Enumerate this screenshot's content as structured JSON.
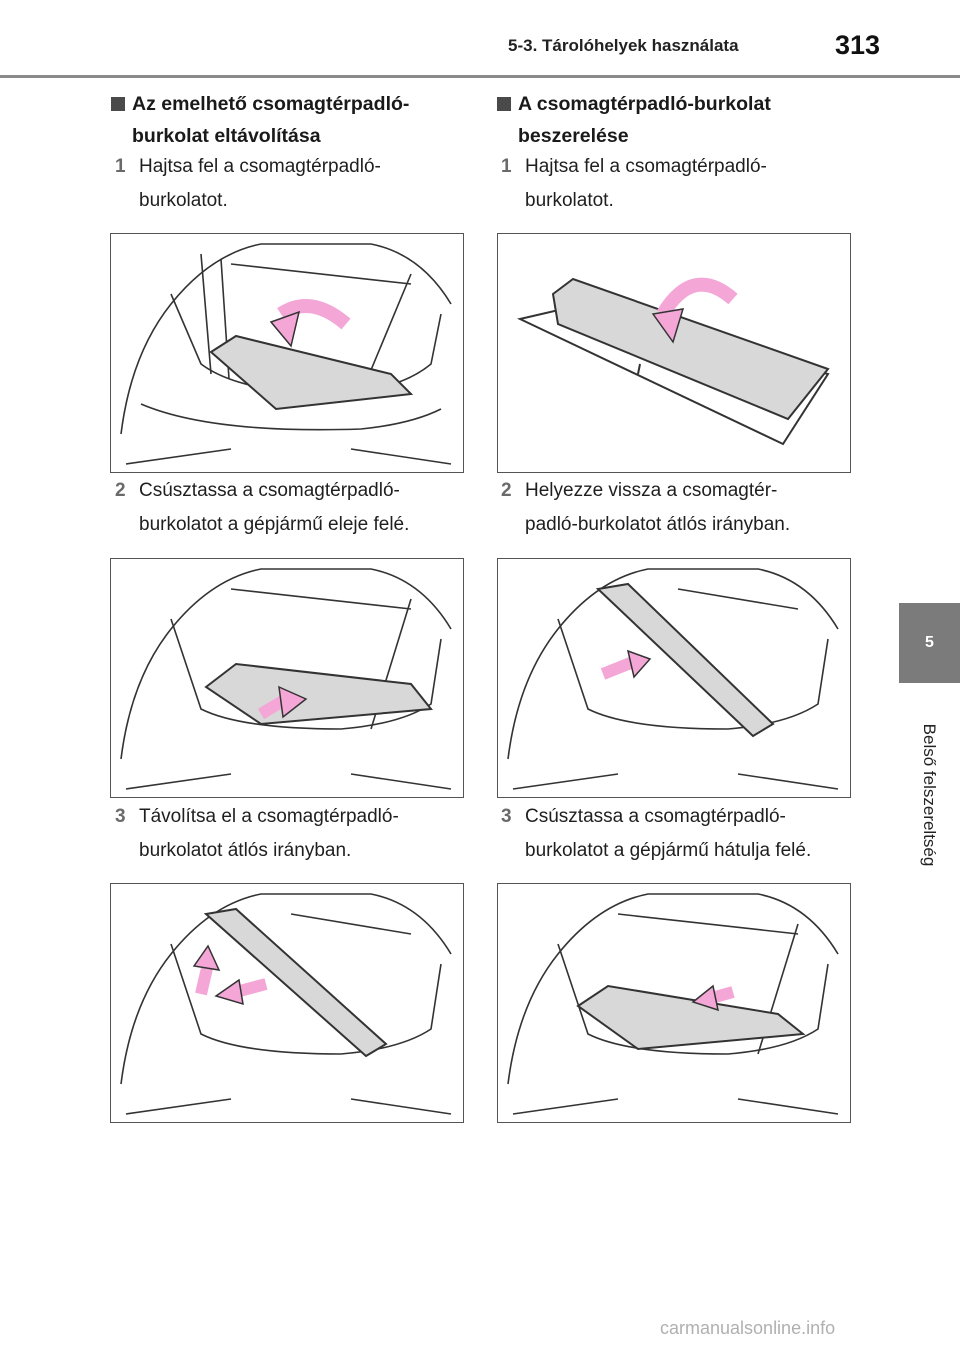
{
  "header": {
    "section_title": "5-3. Tárolóhelyek használata",
    "page_number": "313"
  },
  "side_tab": {
    "chapter_number": "5",
    "chapter_label": "Belső felszereltség"
  },
  "left_column": {
    "heading": {
      "line1": "Az emelhető csomagtérpadló-",
      "line2": "burkolat eltávolítása"
    },
    "steps": [
      {
        "number": "1",
        "lines": [
          "Hajtsa fel a csomagtérpadló-",
          "burkolatot."
        ]
      },
      {
        "number": "2",
        "lines": [
          "Csúsztassa a csomagtérpadló-",
          "burkolatot a gépjármű eleje felé."
        ]
      },
      {
        "number": "3",
        "lines": [
          "Távolítsa el a csomagtérpadló-",
          "burkolatot átlós irányban."
        ]
      }
    ]
  },
  "right_column": {
    "heading": {
      "line1": "A csomagtérpadló-burkolat",
      "line2": "beszerelése"
    },
    "steps": [
      {
        "number": "1",
        "lines": [
          "Hajtsa fel a csomagtérpadló-",
          "burkolatot."
        ]
      },
      {
        "number": "2",
        "lines": [
          "Helyezze vissza a csomagtér-",
          "padló-burkolatot átlós irányban."
        ]
      },
      {
        "number": "3",
        "lines": [
          "Csúsztassa a csomagtérpadló-",
          "burkolatot a gépjármű hátulja felé."
        ]
      }
    ]
  },
  "colors": {
    "arrow_pink": "#f4a6d6",
    "panel_gray": "#d8d8d8",
    "header_rule": "#8a8a8a",
    "tab_gray": "#7b7b7b"
  },
  "watermark": "carmanualsonline.info"
}
